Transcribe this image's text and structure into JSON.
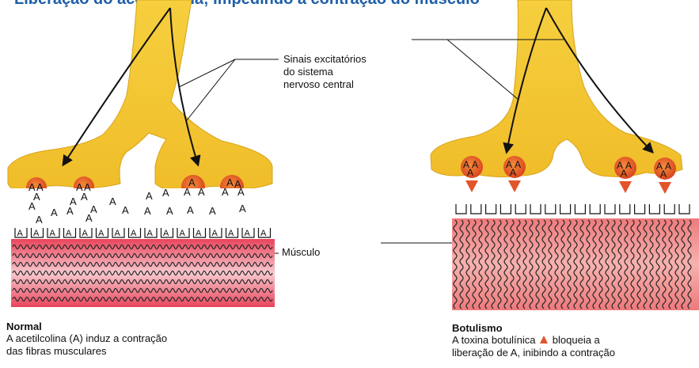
{
  "header": {
    "title": "Liberação do acetilcolina; Impedindo a contração do músculo"
  },
  "labels": {
    "signals_line1": "Sinais excitatórios",
    "signals_line2": "do sistema",
    "signals_line3": "nervoso central",
    "muscle": "Músculo",
    "acetylcholine_letter": "A"
  },
  "captions": {
    "normal": {
      "title": "Normal",
      "line1": "A acetilcolina (A) induz a contração",
      "line2": "das fibras musculares"
    },
    "botulism": {
      "title": "Botulismo",
      "line1_before": "A toxina botulínica",
      "line1_after": "bloqueia a",
      "line2": "liberação de A, inibindo a contração"
    }
  },
  "colors": {
    "nerve": "#f5c531",
    "vesicle": "#e8622c",
    "toxin": "#e2542a",
    "muscle_normal": "#e8505f",
    "muscle_botulism": "#f08080",
    "title": "#1f5fa8"
  }
}
